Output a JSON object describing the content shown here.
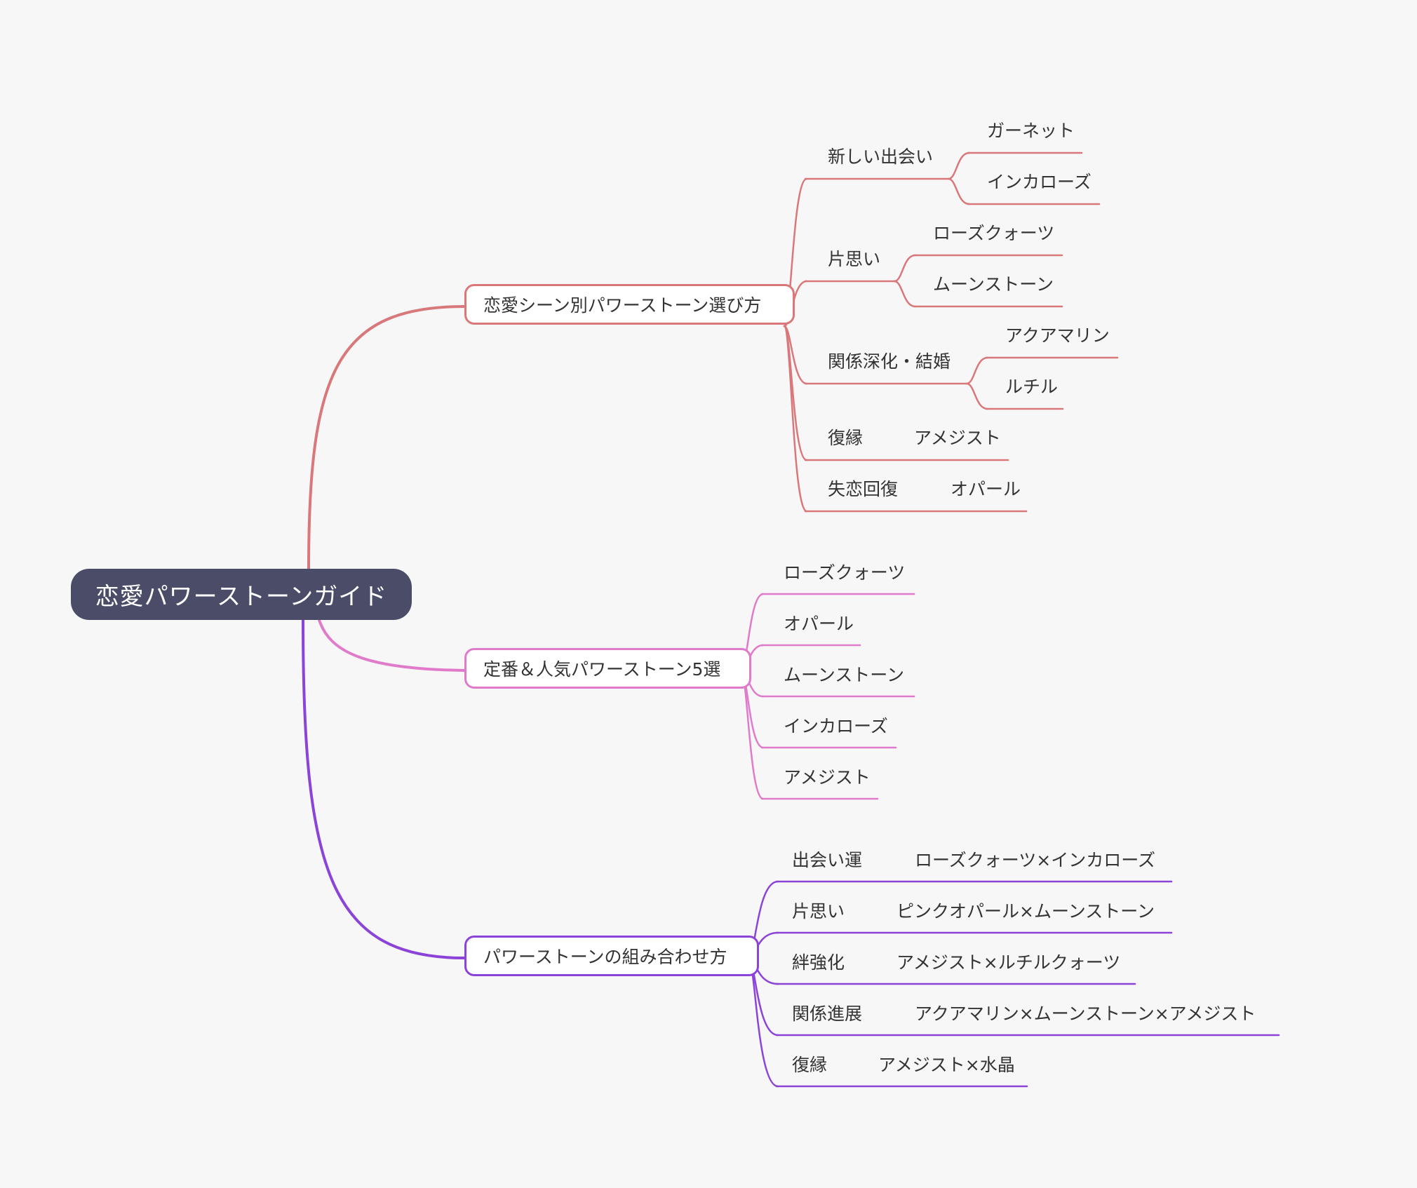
{
  "colors": {
    "background": "#f7f7f7",
    "root": "#4b4c68",
    "branch1": "#d9787a",
    "branch2": "#e07bcc",
    "branch3": "#8c44d8"
  },
  "root": {
    "label": "恋愛パワーストーンガイド"
  },
  "branches": [
    {
      "label": "恋愛シーン別パワーストーン選び方",
      "children": [
        {
          "label": "新しい出会い",
          "children": [
            {
              "label": "ガーネット"
            },
            {
              "label": "インカローズ"
            }
          ]
        },
        {
          "label": "片思い",
          "children": [
            {
              "label": "ローズクォーツ"
            },
            {
              "label": "ムーンストーン"
            }
          ]
        },
        {
          "label": "関係深化・結婚",
          "children": [
            {
              "label": "アクアマリン"
            },
            {
              "label": "ルチル"
            }
          ]
        },
        {
          "label": "復縁",
          "children": [
            {
              "label": "アメジスト"
            }
          ]
        },
        {
          "label": "失恋回復",
          "children": [
            {
              "label": "オパール"
            }
          ]
        }
      ]
    },
    {
      "label": "定番＆人気パワーストーン5選",
      "children": [
        {
          "label": "ローズクォーツ"
        },
        {
          "label": "オパール"
        },
        {
          "label": "ムーンストーン"
        },
        {
          "label": "インカローズ"
        },
        {
          "label": "アメジスト"
        }
      ]
    },
    {
      "label": "パワーストーンの組み合わせ方",
      "children": [
        {
          "label": "出会い運",
          "children": [
            {
              "label": "ローズクォーツ×インカローズ"
            }
          ]
        },
        {
          "label": "片思い",
          "children": [
            {
              "label": "ピンクオパール×ムーンストーン"
            }
          ]
        },
        {
          "label": "絆強化",
          "children": [
            {
              "label": "アメジスト×ルチルクォーツ"
            }
          ]
        },
        {
          "label": "関係進展",
          "children": [
            {
              "label": "アクアマリン×ムーンストーン×アメジスト"
            }
          ]
        },
        {
          "label": "復縁",
          "children": [
            {
              "label": "アメジスト×水晶"
            }
          ]
        }
      ]
    }
  ]
}
